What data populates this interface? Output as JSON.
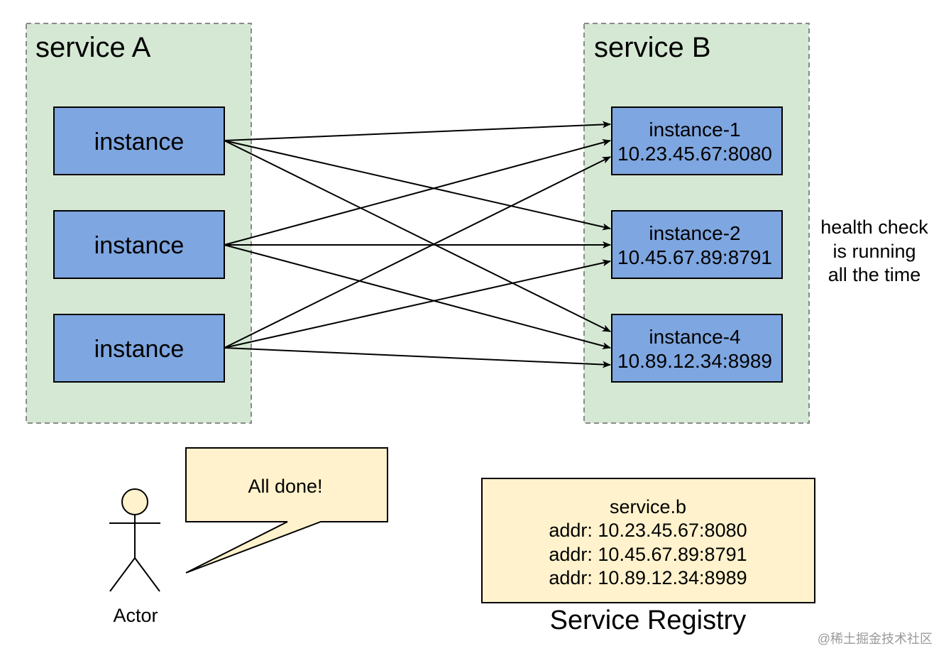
{
  "service_a": {
    "title": "service A",
    "instances": [
      {
        "label": "instance"
      },
      {
        "label": "instance"
      },
      {
        "label": "instance"
      }
    ]
  },
  "service_b": {
    "title": "service B",
    "instances": [
      {
        "name": "instance-1",
        "addr": "10.23.45.67:8080"
      },
      {
        "name": "instance-2",
        "addr": "10.45.67.89:8791"
      },
      {
        "name": "instance-4",
        "addr": "10.89.12.34:8989"
      }
    ]
  },
  "health_note": [
    "health check",
    "is running",
    "all the time"
  ],
  "actor": {
    "label": "Actor",
    "speech": "All done!"
  },
  "registry": {
    "lines": [
      "service.b",
      "addr: 10.23.45.67:8080",
      "addr: 10.45.67.89:8791",
      "addr: 10.89.12.34:8989"
    ],
    "title": "Service Registry"
  },
  "watermark": "@稀土掘金技术社区",
  "colors": {
    "group_fill": "#d5e8d4",
    "group_stroke": "#8a8a8a",
    "instance_fill": "#7ea6e0",
    "note_fill": "#fff2cc",
    "stroke": "#000000"
  }
}
